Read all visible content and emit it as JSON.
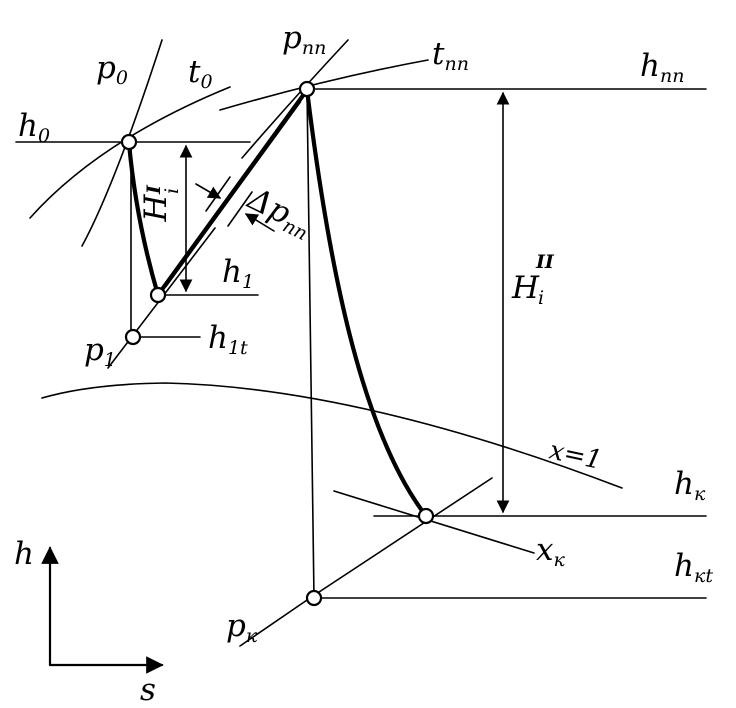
{
  "labels": {
    "p0": {
      "base": "p",
      "sub": "0"
    },
    "t0": {
      "base": "t",
      "sub": "0"
    },
    "h0": {
      "base": "h",
      "sub": "0"
    },
    "p_pp": {
      "base": "p",
      "sub": "пп"
    },
    "t_pp": {
      "base": "t",
      "sub": "пп"
    },
    "h_pp": {
      "base": "h",
      "sub": "пп"
    },
    "H_i_I": {
      "base": "H",
      "sup": "I",
      "sub": "i"
    },
    "delta_p_pp": {
      "base": "Δp",
      "sub": "пп"
    },
    "h1": {
      "base": "h",
      "sub": "1"
    },
    "H_i_II": {
      "base": "H",
      "sup": "II",
      "sub": "i"
    },
    "p1": {
      "base": "p",
      "sub": "1"
    },
    "h1t": {
      "base": "h",
      "sub": "1t"
    },
    "x1": {
      "text": "x=1"
    },
    "hk": {
      "base": "h",
      "sub": "к"
    },
    "xk": {
      "base": "x",
      "sub": "к"
    },
    "hkt": {
      "base": "h",
      "sub": "кt"
    },
    "pk": {
      "base": "p",
      "sub": "к"
    },
    "axis_h": {
      "text": "h"
    },
    "axis_s": {
      "text": "s"
    }
  }
}
